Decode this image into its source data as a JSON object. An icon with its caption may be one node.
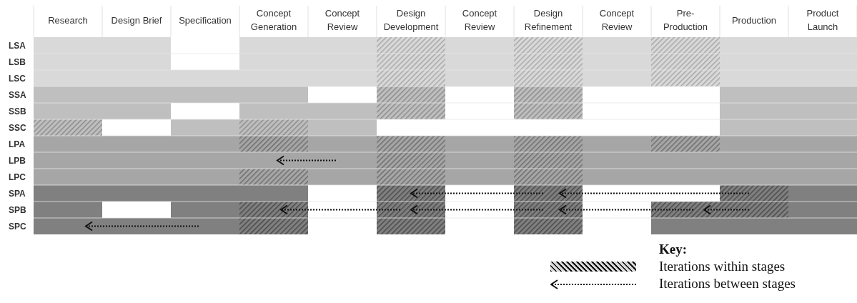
{
  "diagram": {
    "labels": [
      "Research",
      "Design Brief",
      "Specification",
      "Concept Generation",
      "Concept Review",
      "Design Development",
      "Concept Review",
      "Design Refinement",
      "Concept Review",
      "Pre-Production",
      "Production",
      "Product Launch",
      "LSA",
      "LSB",
      "LSC",
      "SSA",
      "SSB",
      "SSC",
      "LPA",
      "LPB",
      "LPC",
      "SPA",
      "SPB",
      "SPC",
      "Key:"
    ],
    "legend": [
      {
        "text": "Iterations within stages"
      },
      {
        "text": "Iterations between stages"
      }
    ]
  }
}
